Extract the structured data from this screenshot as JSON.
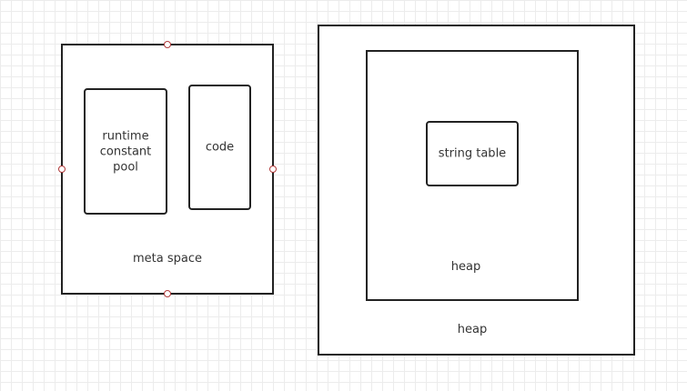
{
  "diagram": {
    "metaspace": {
      "label": "meta space",
      "runtime_constant_pool": {
        "label": "runtime\nconstant\npool"
      },
      "code": {
        "label": "code"
      }
    },
    "heap_outer": {
      "label": "heap",
      "heap_inner": {
        "label": "heap",
        "string_table": {
          "label": "string table"
        }
      }
    }
  }
}
